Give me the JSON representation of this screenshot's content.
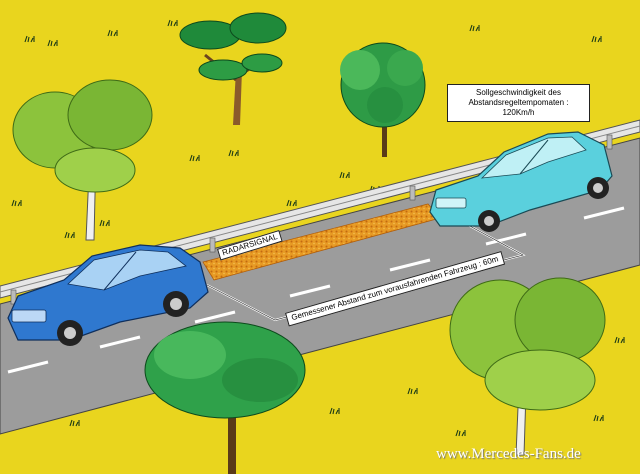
{
  "colors": {
    "background": "#e9d51e",
    "road": "#9c9c9c",
    "lead_car": "#5ad0dd",
    "follow_car": "#2f78cf",
    "radar_beam": "#e79a24"
  },
  "set_speed_box": {
    "line1": "Sollgeschwindigkeit des",
    "line2": "Abstandsregeltempomaten :",
    "line3": "120Km/h"
  },
  "radar_label": "RADARSIGNAL",
  "distance_label": "Gemessener Abstand zum vorausfahrenden Fahrzeug : 60m",
  "watermark": "www.Mercedes-Fans.de",
  "icons": [
    "tree-icon",
    "car-icon",
    "guardrail",
    "grass-tuft-icon"
  ]
}
